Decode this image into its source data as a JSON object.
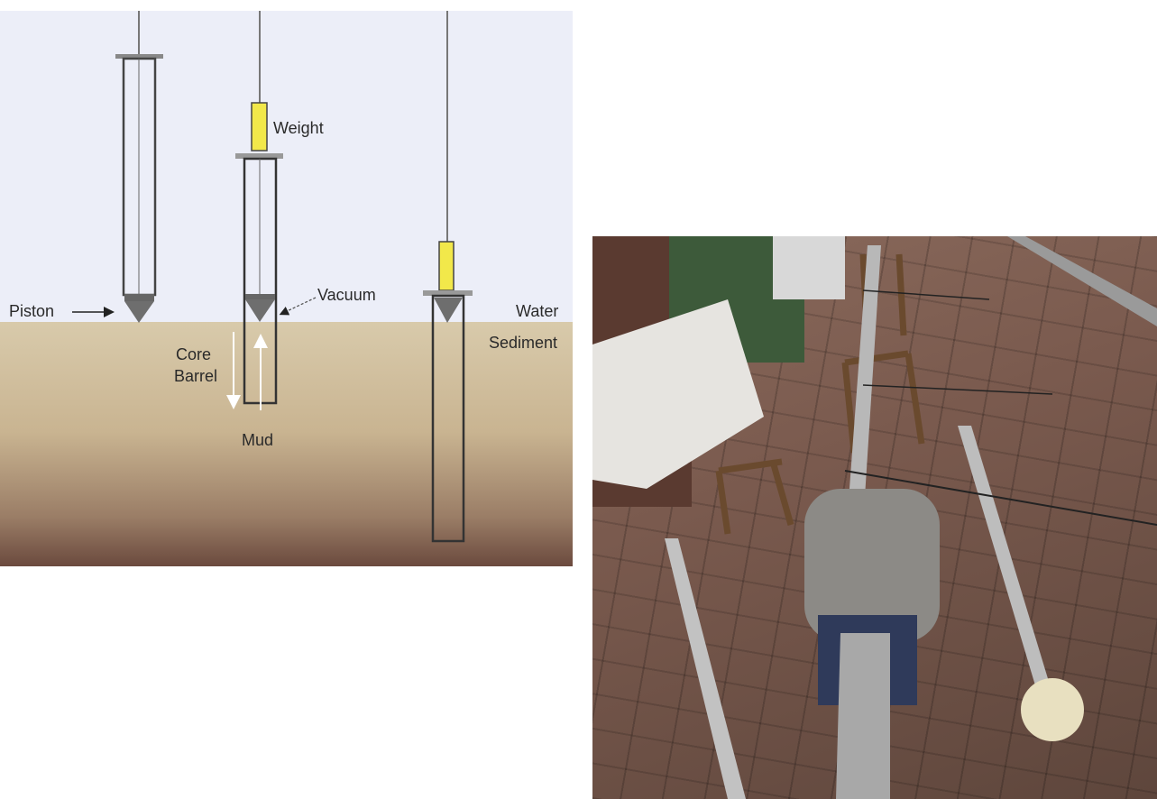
{
  "diagram": {
    "labels": {
      "weight": "Weight",
      "piston": "Piston",
      "vacuum": "Vacuum",
      "water": "Water",
      "sediment": "Sediment",
      "core_barrel_line1": "Core",
      "core_barrel_line2": "Barrel",
      "mud": "Mud"
    },
    "colors": {
      "water": "#eceef8",
      "sediment_top": "#d6c7a8",
      "sediment_bottom": "#6b4a3e",
      "weight": "#f2e84a"
    }
  }
}
